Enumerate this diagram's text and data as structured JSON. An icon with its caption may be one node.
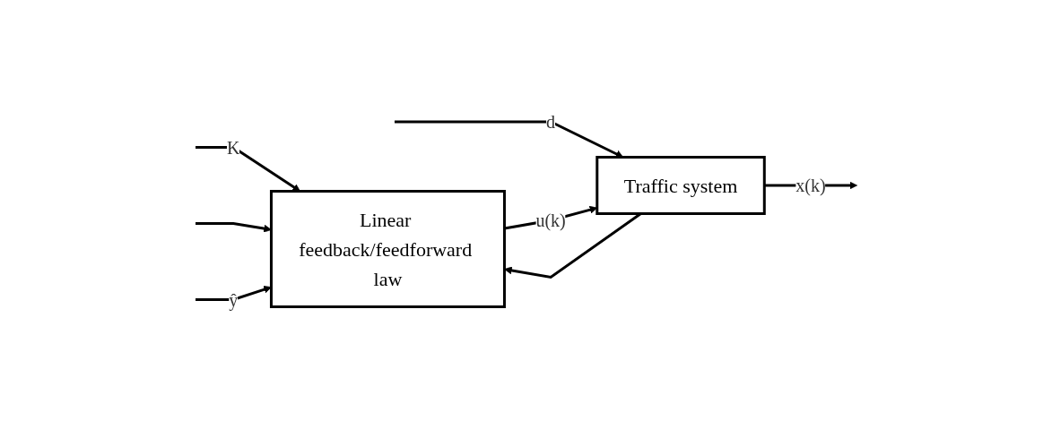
{
  "diagram": {
    "nodes": [
      {
        "text": [
          "Linear feedback/feedforward law"
        ]
      },
      {
        "text": [
          "Traffic system"
        ]
      }
    ],
    "edges": [
      {
        "from": null,
        "to": 0,
        "arrow": "to",
        "label": "K"
      },
      {
        "from": null,
        "to": 0,
        "arrow": "to"
      },
      {
        "from": null,
        "to": 1,
        "arrow": "to",
        "label": "d"
      },
      {
        "from": null,
        "to": 0,
        "arrow": "to",
        "label": "ŷ"
      },
      {
        "from": 0,
        "to": 1,
        "arrow": "to",
        "label": "u(k)"
      },
      {
        "from": 1,
        "to": null,
        "arrow": "to",
        "label": "x(k)"
      },
      {
        "from": 1,
        "to": 0,
        "arrow": "to"
      }
    ]
  }
}
